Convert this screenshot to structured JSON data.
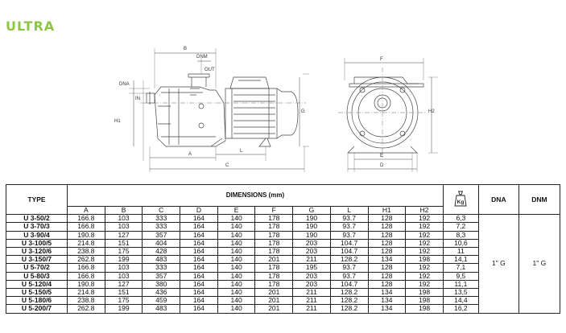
{
  "brand": "ULTRA",
  "drawing": {
    "side_labels": {
      "b": "B",
      "dnm": "DNM",
      "out": "OUT",
      "dna": "DNA",
      "in": "IN",
      "h1": "H1",
      "g": "G",
      "a": "A",
      "l": "L",
      "c": "C"
    },
    "front_labels": {
      "f": "F",
      "h2": "H2",
      "e": "E",
      "d": "D"
    }
  },
  "table": {
    "type_header": "TYPE",
    "dimensions_header": "DIMENSIONS (mm)",
    "weight_icon": "Kg",
    "dna_header": "DNA",
    "dnm_header": "DNM",
    "columns": [
      "A",
      "B",
      "C",
      "D",
      "E",
      "F",
      "G",
      "L",
      "H1",
      "H2"
    ],
    "dna_value": "1\" G",
    "dnm_value": "1\" G",
    "rows": [
      {
        "model": "U 3-50/2",
        "values": [
          "166.8",
          "103",
          "333",
          "164",
          "140",
          "178",
          "190",
          "93.7",
          "128",
          "192"
        ],
        "kg": "6,3"
      },
      {
        "model": "U 3-70/3",
        "values": [
          "166.8",
          "103",
          "333",
          "164",
          "140",
          "178",
          "190",
          "93.7",
          "128",
          "192"
        ],
        "kg": "7,2"
      },
      {
        "model": "U 3-90/4",
        "values": [
          "190.8",
          "127",
          "357",
          "164",
          "140",
          "178",
          "190",
          "93.7",
          "128",
          "192"
        ],
        "kg": "8,3"
      },
      {
        "model": "U 3-100/5",
        "values": [
          "214.8",
          "151",
          "404",
          "164",
          "140",
          "178",
          "203",
          "104.7",
          "128",
          "192"
        ],
        "kg": "10,6"
      },
      {
        "model": "U 3-120/6",
        "values": [
          "238.8",
          "175",
          "428",
          "164",
          "140",
          "178",
          "203",
          "104.7",
          "128",
          "192"
        ],
        "kg": "11"
      },
      {
        "model": "U 3-150/7",
        "values": [
          "262.8",
          "199",
          "483",
          "164",
          "140",
          "201",
          "211",
          "128.2",
          "134",
          "198"
        ],
        "kg": "14,1"
      },
      {
        "model": "U 5-70/2",
        "values": [
          "166.8",
          "103",
          "333",
          "164",
          "140",
          "178",
          "195",
          "93.7",
          "128",
          "192"
        ],
        "kg": "7,1"
      },
      {
        "model": "U 5-80/3",
        "values": [
          "166.8",
          "103",
          "357",
          "164",
          "140",
          "178",
          "203",
          "93.7",
          "128",
          "192"
        ],
        "kg": "9,5"
      },
      {
        "model": "U 5-120/4",
        "values": [
          "190.8",
          "127",
          "380",
          "164",
          "140",
          "178",
          "203",
          "104.7",
          "128",
          "192"
        ],
        "kg": "11,1"
      },
      {
        "model": "U 5-150/5",
        "values": [
          "214.8",
          "151",
          "436",
          "164",
          "140",
          "201",
          "211",
          "128.2",
          "134",
          "198"
        ],
        "kg": "13,5"
      },
      {
        "model": "U 5-180/6",
        "values": [
          "238.8",
          "175",
          "459",
          "164",
          "140",
          "201",
          "211",
          "128.2",
          "134",
          "198"
        ],
        "kg": "14,4"
      },
      {
        "model": "U 5-200/7",
        "values": [
          "262.8",
          "199",
          "483",
          "164",
          "140",
          "201",
          "211",
          "128.2",
          "134",
          "198"
        ],
        "kg": "16,2"
      }
    ]
  }
}
